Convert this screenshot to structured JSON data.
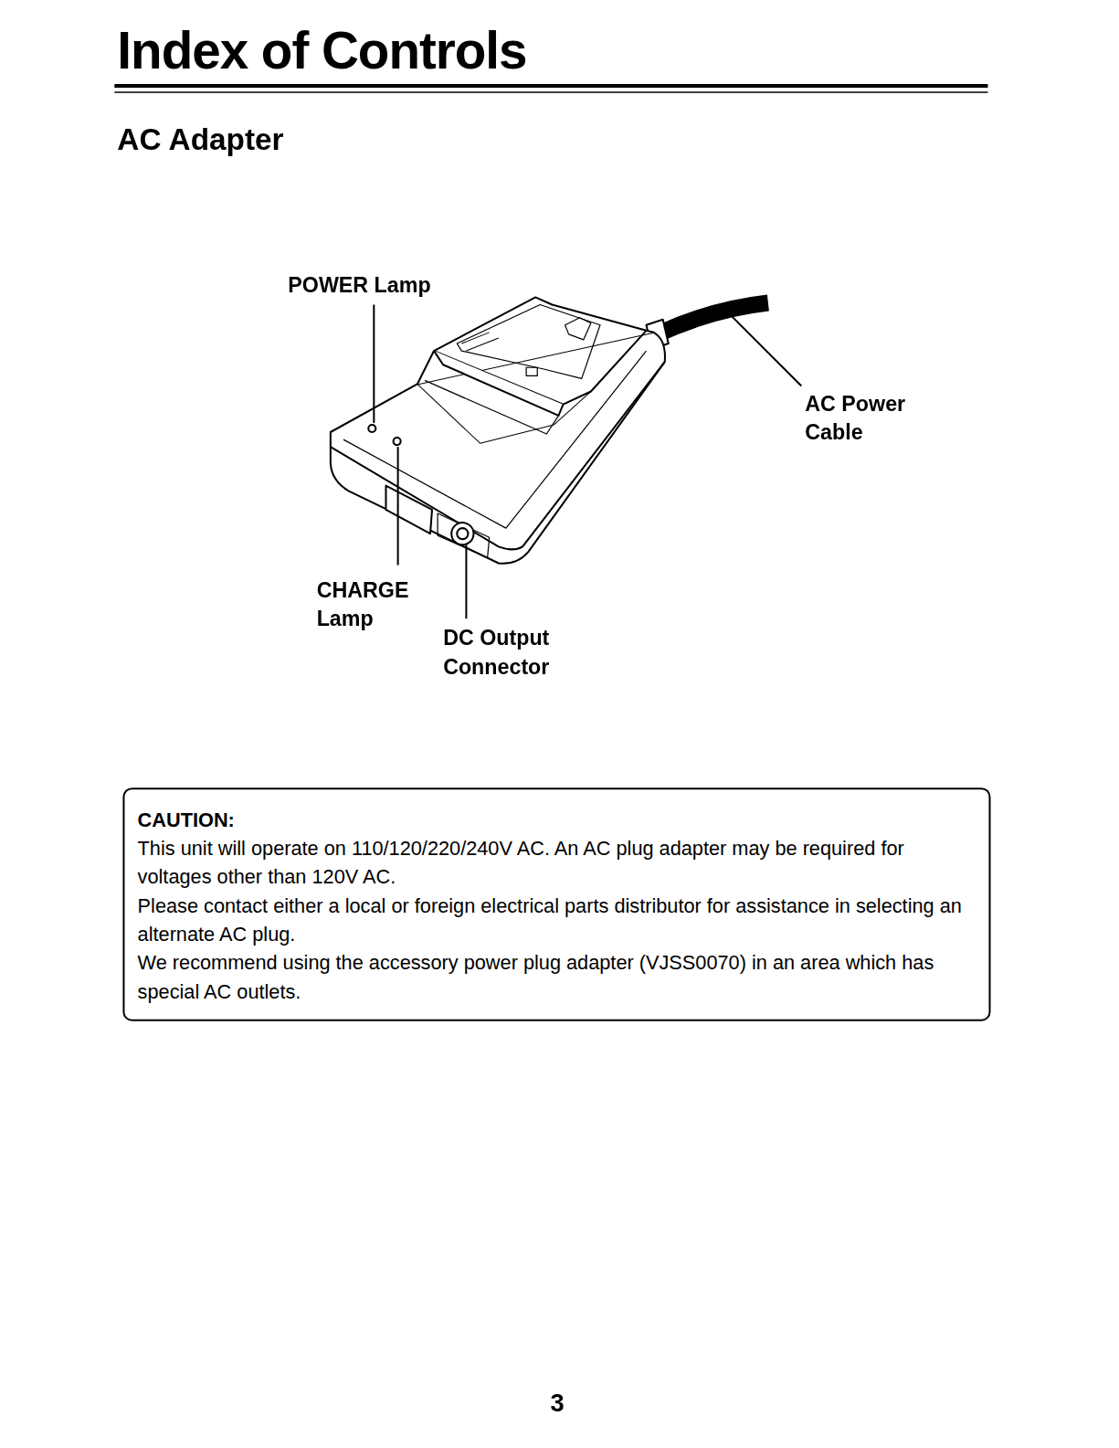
{
  "diagram": {
    "title": "Index of Controls",
    "nodes": [
      {
        "text": [
          "CAUTION:",
          "This unit will operate on 110/120/220/240V AC. An AC plug adapter may be required for voltages other than 120V AC.",
          "Please contact either a local or foreign electrical parts distributor for assistance in selecting an alternate AC plug.",
          "We recommend using the accessory power plug adapter (VJSS0070) in an area which has special AC outlets."
        ]
      }
    ],
    "labels": [
      "AC Adapter",
      "POWER Lamp",
      "AC Power Cable",
      "CHARGE Lamp",
      "DC Output Connector",
      "3"
    ]
  }
}
